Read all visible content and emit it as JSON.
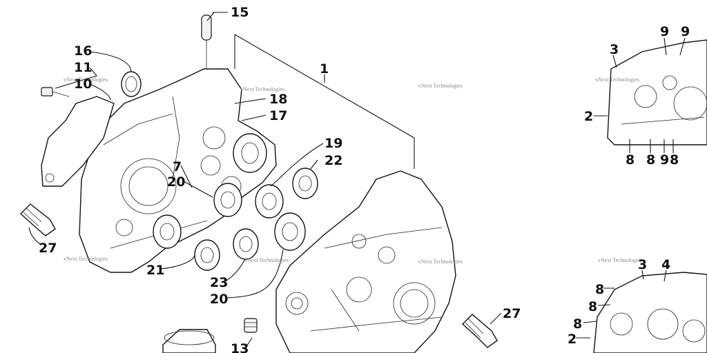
{
  "callouts": {
    "c15": "15",
    "c16": "16",
    "c11": "11",
    "c10": "10",
    "c1": "1",
    "c18": "18",
    "c17": "17",
    "c19": "19",
    "c22": "22",
    "c7": "7",
    "c20a": "20",
    "c27a": "27",
    "c21": "21",
    "c23": "23",
    "c20b": "20",
    "c27b": "27",
    "c13": "13",
    "r3": "3",
    "r9a": "9",
    "r9b": "9",
    "r2a": "2",
    "r8a": "8",
    "r8b": "8",
    "r9c": "9",
    "r8c": "8",
    "r3b": "3",
    "r4": "4",
    "r8d": "8",
    "r8e": "8",
    "r8f": "8",
    "r2b": "2"
  },
  "watermark": "vNext Technologies"
}
